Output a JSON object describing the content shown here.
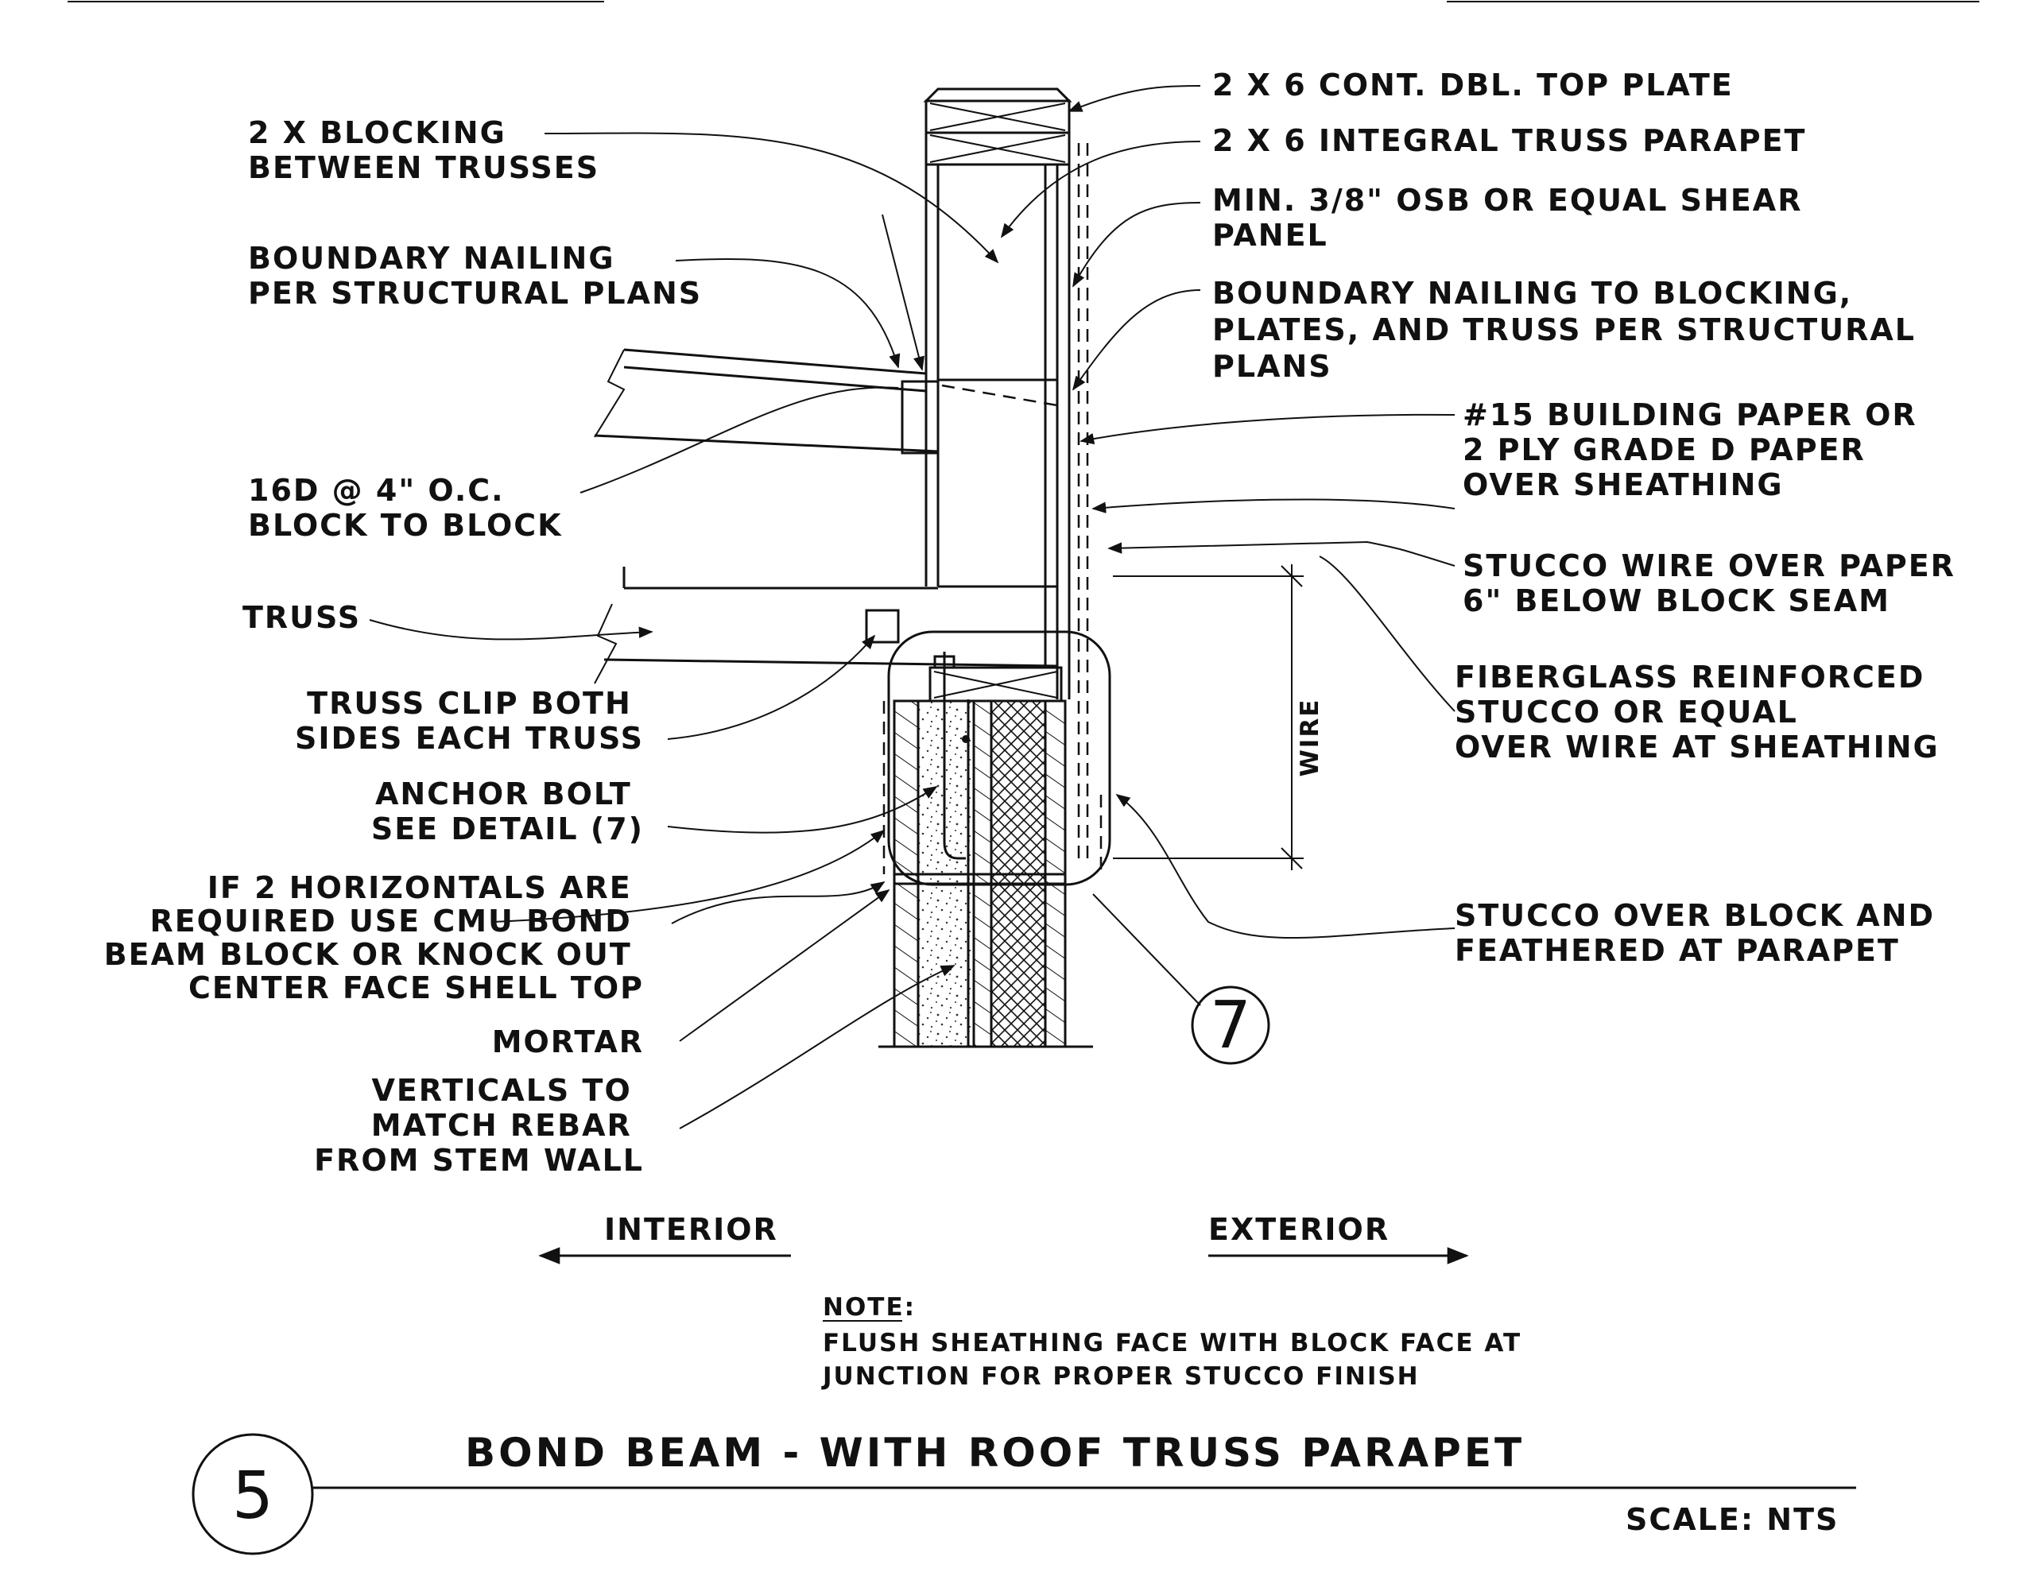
{
  "labels": {
    "blocking": [
      "2 X BLOCKING",
      "BETWEEN TRUSSES"
    ],
    "boundary_nailing": [
      "BOUNDARY NAILING",
      "PER STRUCTURAL PLANS"
    ],
    "nails": [
      "16D @ 4\" O.C.",
      "BLOCK TO BLOCK"
    ],
    "truss": [
      "TRUSS"
    ],
    "truss_clip": [
      "TRUSS CLIP BOTH",
      "SIDES EACH TRUSS"
    ],
    "anchor_bolt": [
      "ANCHOR BOLT",
      "SEE DETAIL (7)"
    ],
    "horizontals": [
      "IF 2 HORIZONTALS ARE",
      "REQUIRED USE CMU BOND",
      "BEAM BLOCK OR KNOCK OUT",
      "CENTER FACE SHELL TOP"
    ],
    "mortar": [
      "MORTAR"
    ],
    "verticals": [
      "VERTICALS TO",
      "MATCH REBAR",
      "FROM STEM WALL"
    ],
    "top_plate": [
      "2 X 6 CONT. DBL. TOP PLATE"
    ],
    "truss_parapet": [
      "2 X 6 INTEGRAL TRUSS PARAPET"
    ],
    "osb": [
      "MIN. 3/8\" OSB OR EQUAL SHEAR",
      "PANEL"
    ],
    "boundary_blocking": [
      "BOUNDARY NAILING TO BLOCKING,",
      "PLATES, AND TRUSS PER STRUCTURAL",
      "PLANS"
    ],
    "building_paper": [
      "#15 BUILDING PAPER OR",
      "2 PLY GRADE D PAPER",
      "OVER SHEATHING"
    ],
    "stucco_wire": [
      "STUCCO WIRE OVER PAPER",
      "6\" BELOW BLOCK SEAM"
    ],
    "fiberglass": [
      "FIBERGLASS REINFORCED",
      "STUCCO OR EQUAL",
      "OVER WIRE AT SHEATHING"
    ],
    "stucco_block": [
      "STUCCO OVER BLOCK AND",
      "FEATHERED AT PARAPET"
    ]
  },
  "dimension_label": "WIRE",
  "detail_callout": "7",
  "directions": {
    "interior": "INTERIOR",
    "exterior": "EXTERIOR"
  },
  "note": {
    "heading": "NOTE:",
    "lines": [
      "FLUSH SHEATHING FACE WITH BLOCK FACE AT",
      "JUNCTION FOR PROPER  STUCCO  FINISH"
    ]
  },
  "title": {
    "number": "5",
    "text": "BOND BEAM - WITH ROOF TRUSS PARAPET",
    "scale": "SCALE: NTS"
  }
}
